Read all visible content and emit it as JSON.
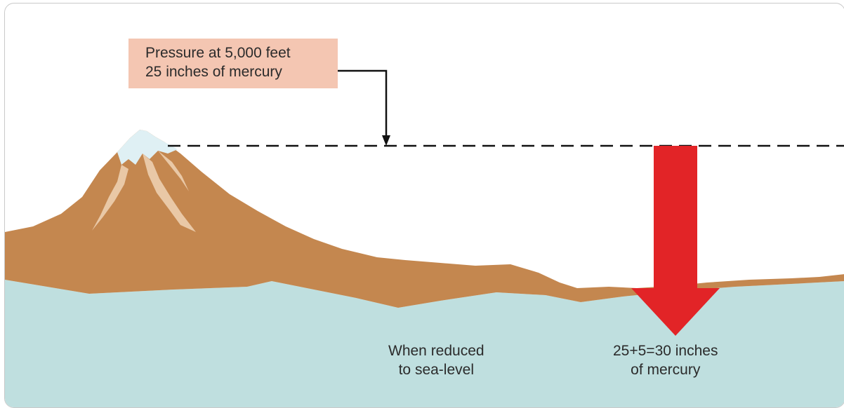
{
  "callout": {
    "line1": "Pressure at 5,000 feet",
    "line2": "25 inches of mercury"
  },
  "sea_level_label": {
    "line1": "When reduced",
    "line2": "to sea-level"
  },
  "mercury_label": {
    "line1": "25+5=30 inches",
    "line2": "of mercury"
  },
  "colors": {
    "land": "#c4874f",
    "sea": "#bfdfdf",
    "snow": "#dff0f4",
    "snow_streak": "#e9c8a6",
    "callout_bg": "#f4c6b2",
    "pressure_arrow": "#e22427",
    "dashed_line": "#111111"
  }
}
